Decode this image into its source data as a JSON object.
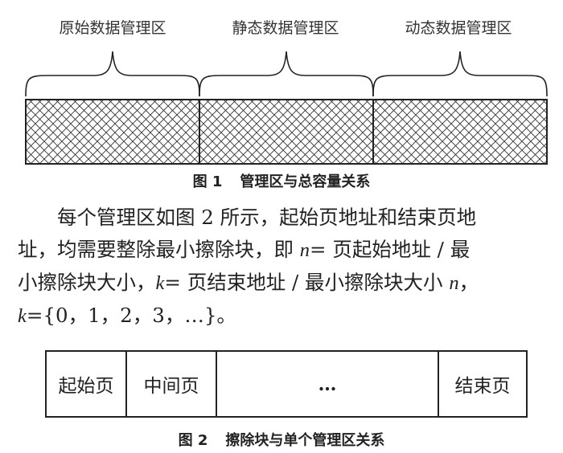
{
  "figure1": {
    "regions": [
      {
        "label": "原始数据管理区"
      },
      {
        "label": "静态数据管理区"
      },
      {
        "label": "动态数据管理区"
      }
    ],
    "caption_num": "图 1",
    "caption_text": "管理区与总容量关系"
  },
  "paragraph": {
    "line1": "每个管理区如图 2 所示，起始页地址和结束页地",
    "line2_a": "址，均需要整除最小擦除块，即 ",
    "n": "n",
    "line2_b": "= 页起始地址 / 最",
    "line3_a": "小擦除块大小，",
    "k": "k",
    "line3_b": "= 页结束地址 / 最小擦除块大小 ",
    "n2": "n",
    "line3_c": "，",
    "k2": "k",
    "line4": "={0，1，2，3，…}。"
  },
  "figure2": {
    "boxes": [
      {
        "label": "起始页"
      },
      {
        "label": "中间页"
      },
      {
        "label": "…"
      },
      {
        "label": "结束页"
      }
    ],
    "caption_num": "图 2",
    "caption_text": "擦除块与单个管理区关系"
  }
}
